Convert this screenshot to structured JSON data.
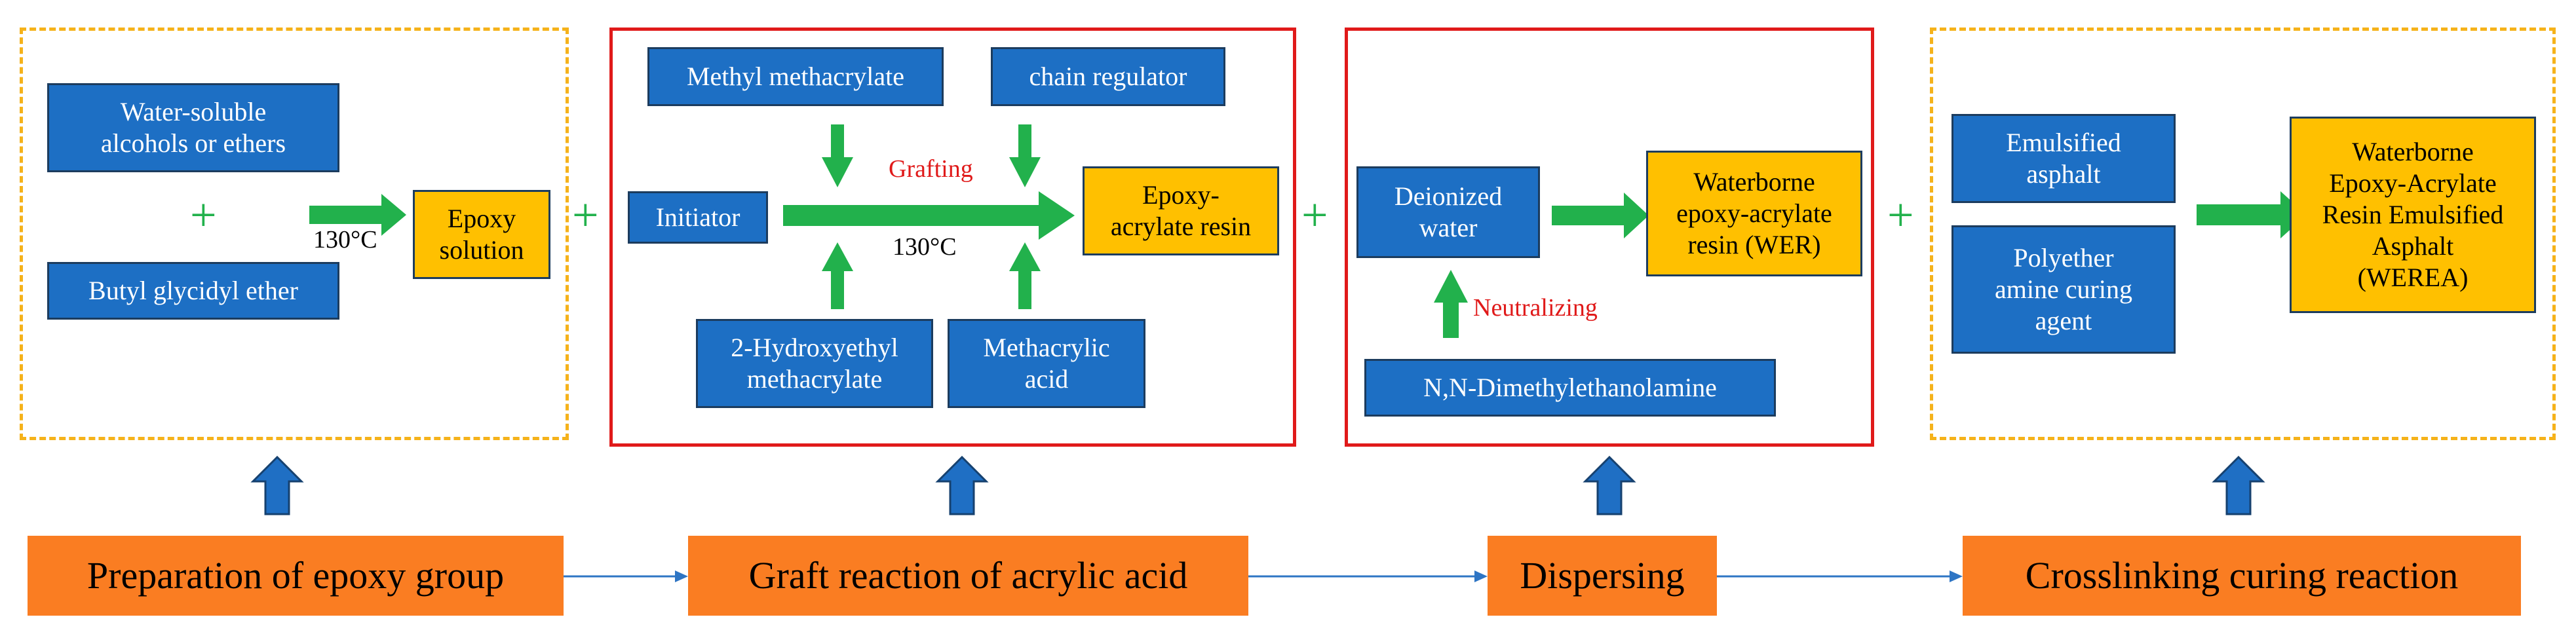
{
  "stages": [
    {
      "label": "Preparation of epoxy group"
    },
    {
      "label": "Graft reaction of acrylic acid"
    },
    {
      "label": "Dispersing"
    },
    {
      "label": "Crosslinking curing reaction"
    }
  ],
  "panel1": {
    "alcohols": "Water-soluble\nalcohols or ethers",
    "butyl": "Butyl glycidyl ether",
    "plus": "+",
    "temp": "130°C",
    "product": "Epoxy\nsolution"
  },
  "panel2": {
    "mma": "Methyl methacrylate",
    "chain": "chain regulator",
    "initiator": "Initiator",
    "grafting": "Grafting",
    "temp": "130°C",
    "hema": "2-Hydroxyethyl\nmethacrylate",
    "maa": "Methacrylic\nacid",
    "product": "Epoxy-\nacrylate resin"
  },
  "panel3": {
    "water": "Deionized\nwater",
    "neutralizing": "Neutralizing",
    "dmea": "N,N-Dimethylethanolamine",
    "product": "Waterborne\nepoxy-acrylate\nresin (WER)"
  },
  "panel4": {
    "asphalt": "Emulsified\nasphalt",
    "agent": "Polyether\namine curing\nagent",
    "product": "Waterborne\nEpoxy-Acrylate\nResin Emulsified\nAsphalt\n(WEREA)"
  },
  "between_plus": "+",
  "colors": {
    "blue_box": "#1d6fc4",
    "yellow_box": "#ffc000",
    "stage_orange": "#fa7d22",
    "green_arrow": "#22b14c",
    "blue_arrow": "#1f6fc4",
    "red_frame": "#e01a1a",
    "dashed_frame": "#f5b21a"
  }
}
